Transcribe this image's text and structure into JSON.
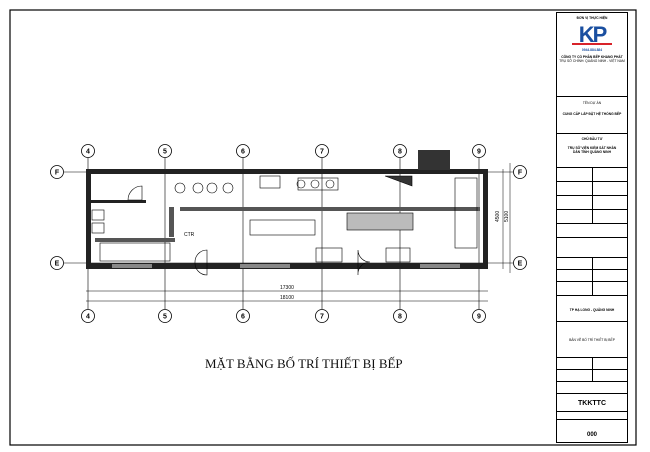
{
  "drawing": {
    "caption": "MẶT BẰNG BỐ TRÍ THIẾT BỊ BẾP",
    "grid_columns": [
      "4",
      "5",
      "6",
      "7",
      "8",
      "9"
    ],
    "grid_rows": [
      "F",
      "E"
    ],
    "dimensions": {
      "inner": "17300",
      "outer": "18100",
      "vertical_inner": "4500",
      "vertical_outer": "5100"
    },
    "door_label": "CTR"
  },
  "title_block": {
    "unit_label": "ĐƠN VỊ THỰC HIỆN",
    "logo_text": "KP",
    "phone": "0944.884.884",
    "company": "CÔNG TY CỔ PHẦN BẾP KHANG PHÁT",
    "address": "TRỤ SỞ CHÍNH: QUẢNG NINH - VIỆT NAM",
    "scope_label": "TÊN DỰ ÁN",
    "scope": "CUNG CẤP LẮP ĐẶT HỆ THỐNG BẾP",
    "owner_label": "CHỦ ĐẦU TƯ",
    "owner": "TRỤ SỞ VIỆN KIỂM SÁT NHÂN DÂN TỈNH QUẢNG NINH",
    "location": "TP HẠ LONG - QUẢNG NINH",
    "drawing_name": "BẢN VẼ BỐ TRÍ THIẾT BỊ BẾP",
    "code": "TKKTTC",
    "sheet": "000"
  }
}
